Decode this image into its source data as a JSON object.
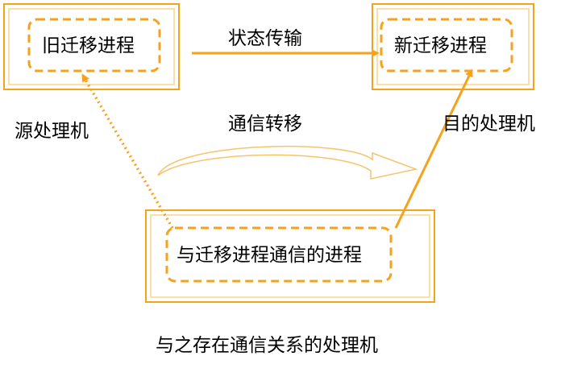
{
  "colors": {
    "accent": "#f7a21b",
    "frame_inner": "#fcdfa6",
    "curve": "#f5c46b"
  },
  "nodes": {
    "old_process": "旧迁移进程",
    "new_process": "新迁移进程",
    "comm_process": "与迁移进程通信的进程"
  },
  "edges": {
    "state_transfer": "状态传输",
    "comm_transfer": "通信转移"
  },
  "machines": {
    "source": "源处理机",
    "destination": "目的处理机",
    "communicating": "与之存在通信关系的处理机"
  }
}
